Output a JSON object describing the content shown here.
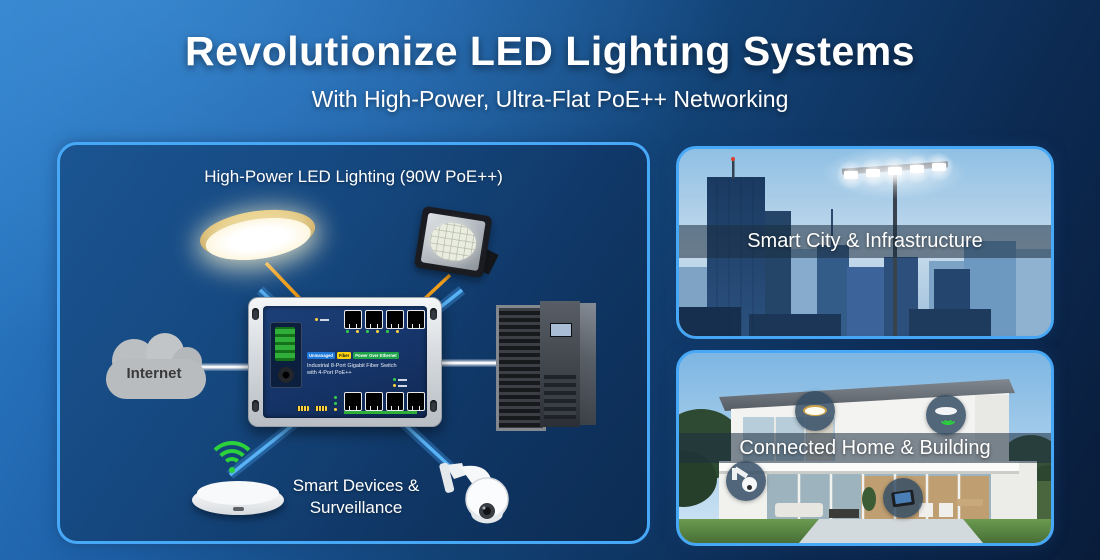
{
  "header": {
    "title": "Revolutionize LED Lighting Systems",
    "subtitle": "With High-Power, Ultra-Flat PoE++ Networking"
  },
  "diagram": {
    "title": "High-Power LED Lighting (90W PoE++)",
    "internet_label": "Internet",
    "devices_caption": "Smart Devices & Surveillance",
    "switch": {
      "badges": {
        "unmanaged": "Unmanaged",
        "fiber": "Fiber",
        "poe": "Power Over Ethernet"
      },
      "name_line1": "Industrial 8-Port Gigabit Fiber Switch",
      "name_line2": "with 4-Port PoE++"
    }
  },
  "use_cases": {
    "smart_city": {
      "label": "Smart City & Infrastructure"
    },
    "connected_home": {
      "label": "Connected Home & Building"
    }
  },
  "colors": {
    "background_top_left": "#2e80cb",
    "background_bottom_right": "#091c3a",
    "panel_border": "#47a8f7",
    "panel_fill": "#15477e",
    "line_orange": "#f09e1c",
    "line_blue": "#3aa0f0",
    "line_white": "#f5f7fa",
    "badge_unmanaged_bg": "#2079d8",
    "badge_fiber_bg": "#ffd40a",
    "badge_poe_bg": "#1fa34a",
    "wifi_green": "#2bd23c",
    "lamp_gold": "#c9a14a"
  }
}
